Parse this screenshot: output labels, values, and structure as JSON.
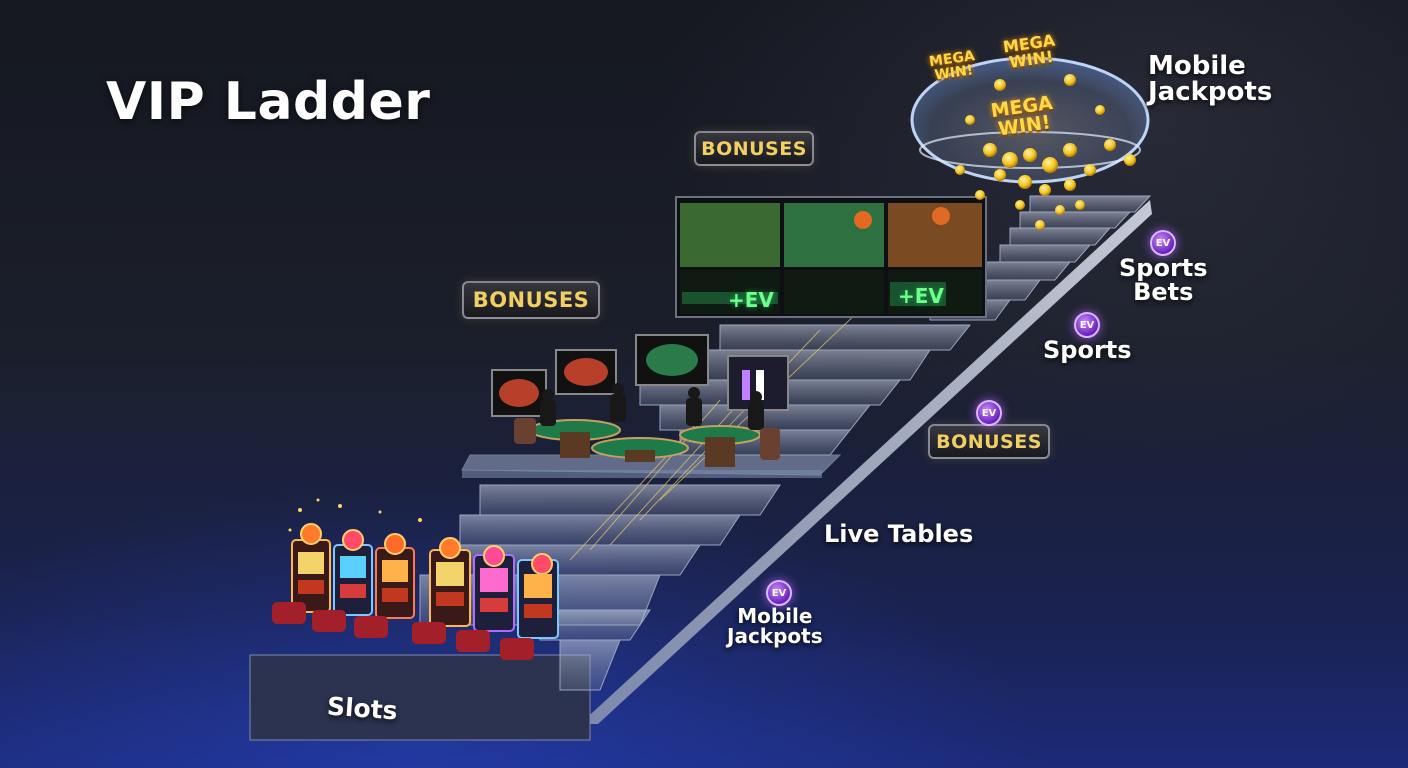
{
  "title": "VIP Ladder",
  "labels": {
    "slots": "Slots",
    "live_tables": "Live Tables",
    "mobile_jackpots_low_line1": "Mobile",
    "mobile_jackpots_low_line2": "Jackpots",
    "sports": "Sports",
    "sports_bets_line1": "Sports",
    "sports_bets_line2": "Bets",
    "mobile_jackpots_top_line1": "Mobile",
    "mobile_jackpots_top_line2": "Jackpots"
  },
  "badges": {
    "bonuses_left": "BONUSES",
    "bonuses_top": "BONUSES",
    "bonuses_right": "BONUSES"
  },
  "ev_icon_text": "EV",
  "screens": {
    "ev_left": "+EV",
    "ev_right": "+EV"
  },
  "mega_wins": {
    "left_line1": "MEGA",
    "left_line2": "WIN!",
    "top_line1": "MEGA",
    "top_line2": "WIN!",
    "center_line1": "MEGA",
    "center_line2": "WIN!"
  },
  "colors": {
    "neon_cyan": "#3fd2ff",
    "neon_purple": "#b06bff",
    "gold": "#f2cf62",
    "table_green": "#1f7a4a"
  }
}
